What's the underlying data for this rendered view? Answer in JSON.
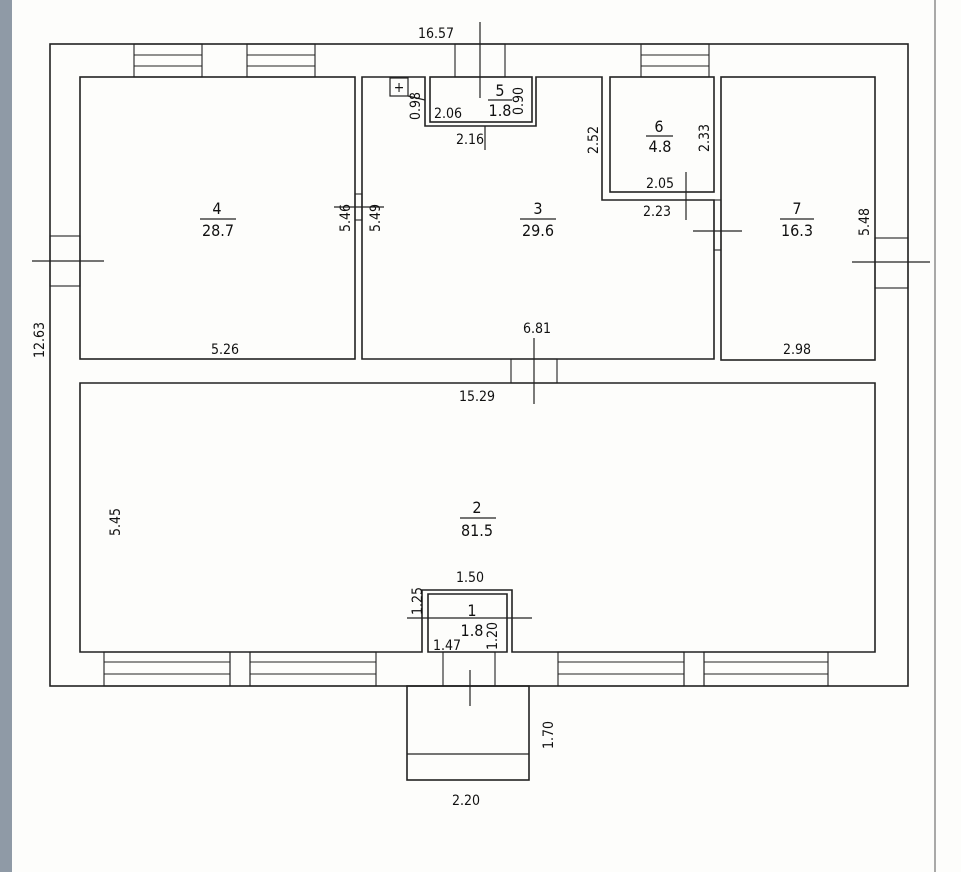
{
  "overall": {
    "width_label": "16.57",
    "depth_label": "12.63"
  },
  "rooms": {
    "r1": {
      "number": "1",
      "area": "1.8"
    },
    "r2": {
      "number": "2",
      "area": "81.5"
    },
    "r3": {
      "number": "3",
      "area": "29.6"
    },
    "r4": {
      "number": "4",
      "area": "28.7"
    },
    "r5": {
      "number": "5",
      "area": "1.8"
    },
    "r6": {
      "number": "6",
      "area": "4.8"
    },
    "r7": {
      "number": "7",
      "area": "16.3"
    }
  },
  "dims": {
    "r4_width": "5.26",
    "r4_depth": "5.46",
    "r3_depth": "5.49",
    "r3_width": "6.81",
    "r5_width": "2.06",
    "r5_small": "0.90",
    "r5_opening": "2.16",
    "r5_left": "0.98",
    "r3_notch": "2.52",
    "r6_width": "2.05",
    "r6_depth": "2.33",
    "r6_below": "2.23",
    "r7_width": "2.98",
    "r7_depth": "5.48",
    "r2_width": "15.29",
    "r2_depth": "5.45",
    "r1_width": "1.50",
    "r1_depth": "1.25",
    "r1_left": "1.47",
    "r1_right": "1.20",
    "porch_width": "2.20",
    "porch_depth": "1.70"
  },
  "marks": {
    "plus_symbol": "+"
  }
}
